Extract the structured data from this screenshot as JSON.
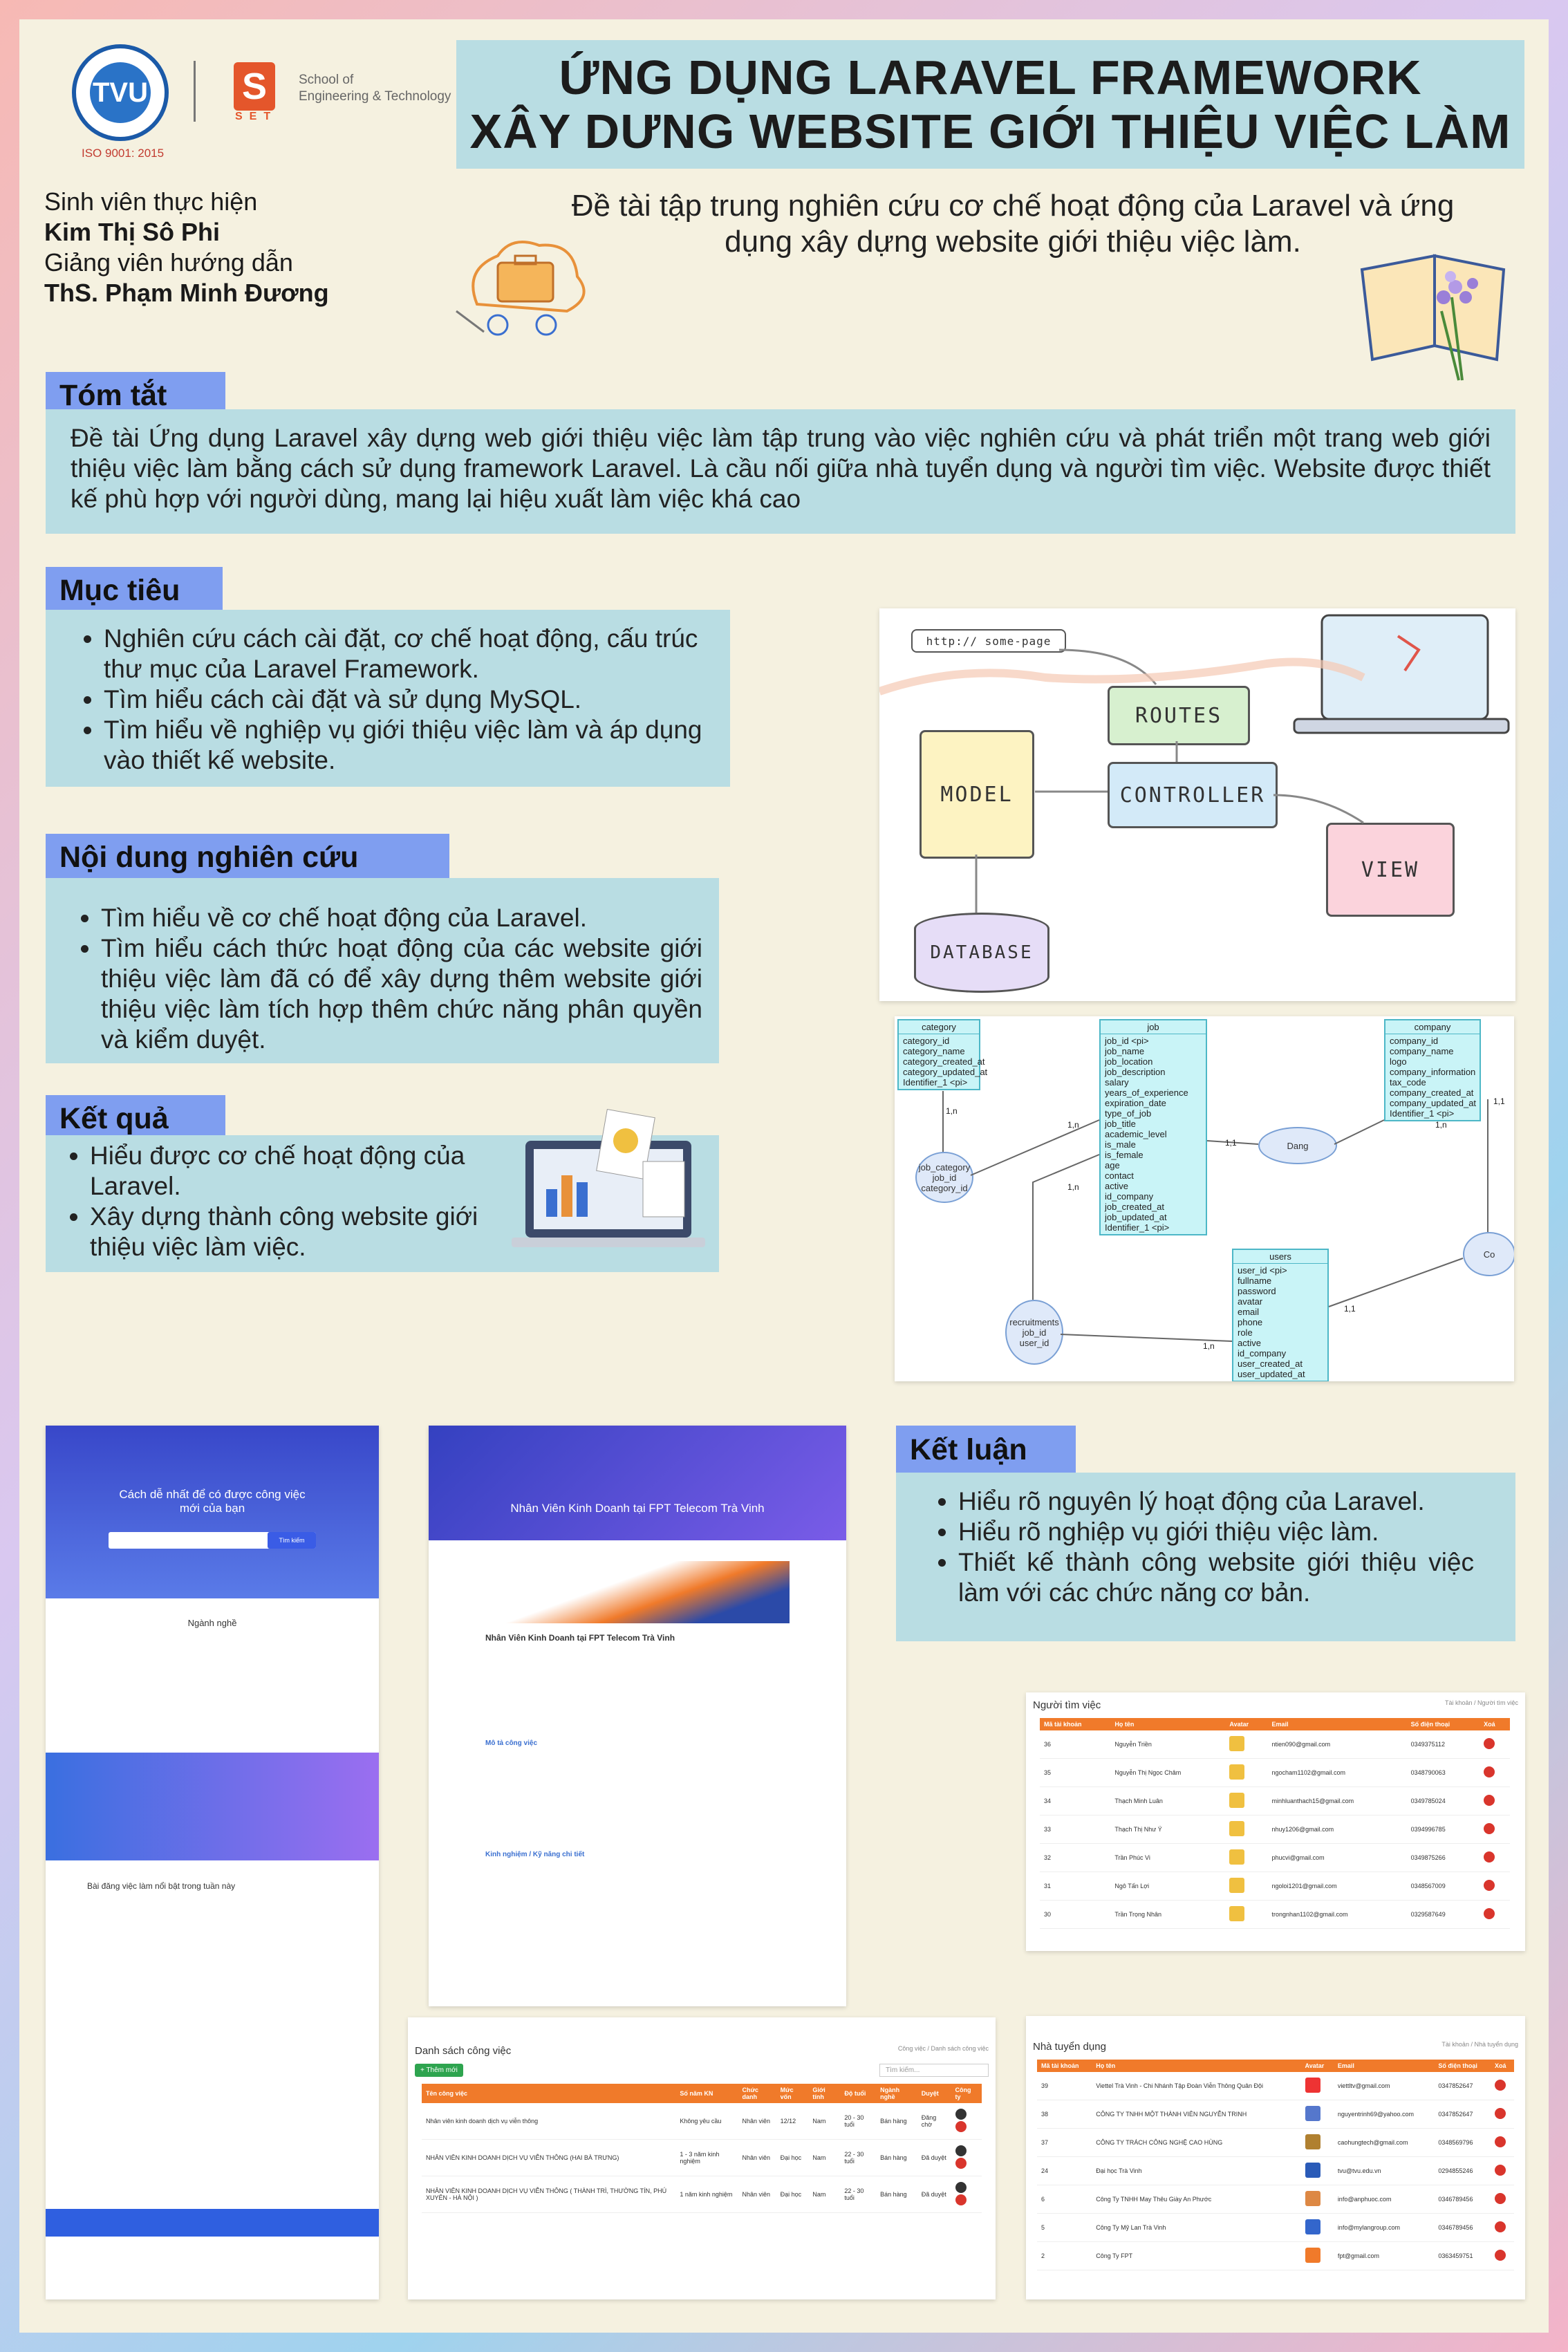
{
  "title": {
    "line1": "ỨNG DỤNG LARAVEL FRAMEWORK",
    "line2": "XÂY DƯNG WEBSITE GIỚI THIỆU VIỆC LÀM"
  },
  "logos": {
    "iso": "ISO 9001: 2015",
    "set": "SET",
    "school_line1": "School of",
    "school_line2": "Engineering & Technology"
  },
  "author": {
    "student_label": "Sinh viên thực hiện",
    "student_name": "Kim Thị Sô Phi",
    "advisor_label": "Giảng viên hướng dẫn",
    "advisor_name": "ThS. Phạm Minh Đương"
  },
  "intro": "Đề tài tập trung nghiên cứu cơ chế hoạt động của Laravel và ứng dụng xây dựng website giới thiệu việc làm.",
  "summary": {
    "heading": "Tóm tắt",
    "text": "Đề tài Ứng dụng Laravel xây dựng web giới thiệu việc làm tập trung vào việc nghiên cứu và phát triển một trang web giới thiệu việc làm bằng cách sử dụng framework Laravel. Là cầu nối giữa nhà tuyển dụng và người tìm việc. Website được thiết kế phù hợp với người dùng, mang lại hiệu xuất làm việc khá cao"
  },
  "objectives": {
    "heading": "Mục tiêu",
    "items": [
      "Nghiên cứu cách cài đặt, cơ chế hoạt động, cấu trúc thư mục của Laravel Framework.",
      "Tìm hiểu cách cài đặt và sử dụng MySQL.",
      "Tìm hiểu về nghiệp vụ giới thiệu việc làm và áp dụng vào thiết kế website."
    ]
  },
  "content": {
    "heading": "Nội dung nghiên cứu",
    "items": [
      "Tìm hiểu về cơ chế hoạt động của Laravel.",
      "Tìm hiểu cách thức hoạt động của các website giới thiệu việc làm đã có để xây dựng thêm website giới thiệu việc làm tích hợp thêm chức năng phân quyền và kiểm duyệt."
    ]
  },
  "results": {
    "heading": "Kết quả",
    "items": [
      "Hiểu được cơ chế hoạt động của Laravel.",
      "Xây dựng thành công website giới thiệu việc làm việc."
    ]
  },
  "conclusion": {
    "heading": "Kết luận",
    "items": [
      "Hiểu rõ nguyên lý hoạt động của Laravel.",
      "Hiểu rõ nghiệp vụ giới thiệu việc làm.",
      "Thiết kế thành công website giới thiệu việc làm với các chức năng cơ bản."
    ]
  },
  "mvc_diagram": {
    "url": "http:// some-page",
    "routes": "ROUTES",
    "controller": "CONTROLLER",
    "model": "MODEL",
    "view": "VIEW",
    "database": "DATABASE"
  },
  "erd": {
    "category": {
      "name": "category",
      "fields": [
        "category_id",
        "category_name",
        "category_created_at",
        "category_updated_at",
        "Identifier_1 <pi>"
      ]
    },
    "job": {
      "name": "job",
      "fields": [
        "job_id <pi>",
        "job_name",
        "job_location",
        "job_description",
        "salary",
        "years_of_experience",
        "expiration_date",
        "type_of_job",
        "job_title",
        "academic_level",
        "is_male",
        "is_female",
        "age",
        "contact",
        "active",
        "id_company",
        "job_created_at",
        "job_updated_at",
        "Identifier_1 <pi>"
      ]
    },
    "company": {
      "name": "company",
      "fields": [
        "company_id",
        "company_name",
        "logo",
        "company_information",
        "tax_code",
        "company_created_at",
        "company_updated_at",
        "Identifier_1 <pi>"
      ]
    },
    "users": {
      "name": "users",
      "fields": [
        "user_id <pi>",
        "fullname",
        "password",
        "avatar",
        "email",
        "phone",
        "role",
        "active",
        "id_company",
        "user_created_at",
        "user_updated_at"
      ]
    },
    "job_category": "job_category job_id category_id",
    "recruitments": "recruitments job_id user_id",
    "dang": "Dang",
    "co": "Co",
    "labels": [
      "1,n",
      "1,n",
      "1,n",
      "1,1",
      "1,n",
      "1,1",
      "1,1",
      "1,n"
    ]
  },
  "screens": {
    "home": {
      "hero": "Cách dễ nhất để có được công việc mới của bạn",
      "search_btn": "Tìm kiếm",
      "section": "Ngành nghề",
      "jobs_heading": "Bài đăng việc làm nổi bật trong tuần này"
    },
    "detail": {
      "title": "Nhân Viên Kinh Doanh tại FPT Telecom Trà Vinh",
      "card_title": "Nhân Viên Kinh Doanh tại FPT Telecom Trà Vinh",
      "desc_heading": "Mô tả công việc",
      "req_heading": "Kinh nghiệm / Kỹ năng chi tiết"
    },
    "job_list": {
      "heading": "Danh sách công việc",
      "breadcrumb": "Công việc / Danh sách công việc",
      "add_btn": "+ Thêm mới",
      "search_ph": "Tìm kiếm...",
      "columns": [
        "Tên công việc",
        "Số năm KN",
        "Chức danh",
        "Mức vốn",
        "Giới tính",
        "Độ tuổi",
        "Ngành nghề",
        "Duyệt",
        "Công ty"
      ],
      "rows": [
        [
          "Nhân viên kinh doanh dịch vụ viễn thông",
          "Không yêu cầu",
          "Nhân viên",
          "12/12",
          "Nam",
          "20 - 30 tuổi",
          "Bán hàng",
          "Đăng chờ",
          ""
        ],
        [
          "NHÂN VIÊN KINH DOANH DỊCH VỤ VIỄN THÔNG (HAI BÀ TRƯNG)",
          "1 - 3 năm kinh nghiệm",
          "Nhân viên",
          "Đại học",
          "Nam",
          "22 - 30 tuổi",
          "Bán hàng",
          "Đã duyệt",
          ""
        ],
        [
          "NHÂN VIÊN KINH DOANH DỊCH VỤ VIỄN THÔNG ( THÀNH TRÌ, THƯỜNG TÍN, PHÚ XUYÊN - HÀ NỘI )",
          "1 năm kinh nghiệm",
          "Nhân viên",
          "Đại học",
          "Nam",
          "22 - 30 tuổi",
          "Bán hàng",
          "Đã duyệt",
          ""
        ]
      ]
    },
    "jobseekers": {
      "heading": "Người tìm việc",
      "breadcrumb": "Tài khoản / Người tìm việc",
      "columns": [
        "Mã tài khoản",
        "Họ tên",
        "Avatar",
        "Email",
        "Số điện thoại",
        "Xoá"
      ],
      "rows": [
        [
          "36",
          "Nguyễn Triền",
          "ntien090@gmail.com",
          "0349375112"
        ],
        [
          "35",
          "Nguyễn Thị Ngọc Châm",
          "ngocham1102@gmail.com",
          "0348790063"
        ],
        [
          "34",
          "Thạch Minh Luân",
          "minhluanthach15@gmail.com",
          "0349785024"
        ],
        [
          "33",
          "Thạch Thị Như Ý",
          "nhuy1206@gmail.com",
          "0394996785"
        ],
        [
          "32",
          "Trần Phúc Vi",
          "phucvi@gmail.com",
          "0349875266"
        ],
        [
          "31",
          "Ngô Tấn Lợi",
          "ngoloi1201@gmail.com",
          "0348567009"
        ],
        [
          "30",
          "Trần Trọng Nhân",
          "trongnhan1102@gmail.com",
          "0329587649"
        ]
      ]
    },
    "employers": {
      "heading": "Nhà tuyển dụng",
      "breadcrumb": "Tài khoản / Nhà tuyển dụng",
      "columns": [
        "Mã tài khoản",
        "Họ tên",
        "Avatar",
        "Email",
        "Số điện thoại",
        "Xoá"
      ],
      "rows": [
        [
          "39",
          "Viettel Trà Vinh - Chi Nhánh Tập Đoàn Viễn Thông Quân Đội",
          "viettltv@gmail.com",
          "0347852647"
        ],
        [
          "38",
          "CÔNG TY TNHH MỘT THÀNH VIÊN NGUYỄN TRINH",
          "nguyentrinh69@yahoo.com",
          "0347852647"
        ],
        [
          "37",
          "CÔNG TY TRÁCH CÔNG NGHỆ CAO HÙNG",
          "caohungtech@gmail.com",
          "0348569796"
        ],
        [
          "24",
          "Đại học Trà Vinh",
          "tvu@tvu.edu.vn",
          "0294855246"
        ],
        [
          "6",
          "Công Ty TNHH May Thêu Giày An Phước",
          "info@anphuoc.com",
          "0346789456"
        ],
        [
          "5",
          "Công Ty Mỹ Lan Trà Vinh",
          "info@mylangroup.com",
          "0346789456"
        ],
        [
          "2",
          "Công Ty FPT",
          "fpt@gmail.com",
          "0363459751"
        ]
      ]
    }
  },
  "colors": {
    "accent_blue": "#7f9ef0",
    "panel_teal": "#b9dde3",
    "canvas": "#f5f1e0",
    "table_header": "#f07a2a"
  }
}
